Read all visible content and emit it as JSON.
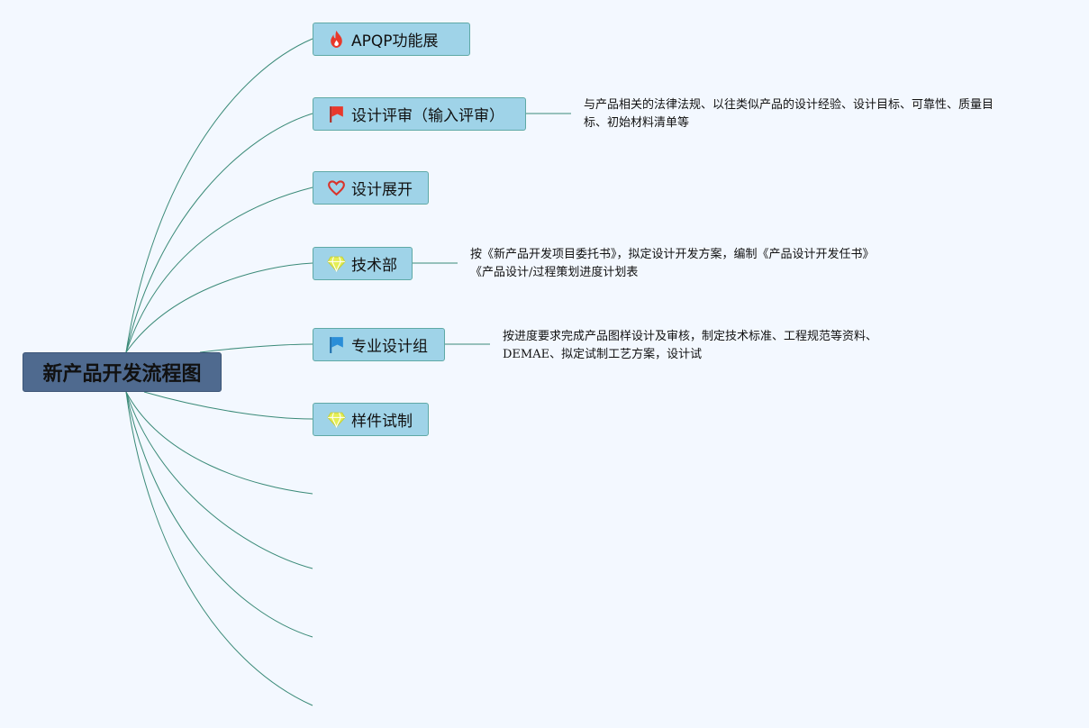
{
  "root": {
    "title": "新产品开发流程图"
  },
  "branches": [
    {
      "label": "APQP功能展",
      "icon": "fire-icon"
    },
    {
      "label": "设计评审（输入评审）",
      "icon": "red-flag-icon",
      "note": [
        "与产品相关的法律法规、以往类似产品的设计经验、设计目标、可靠性、质量目",
        "标、初始材料清单等"
      ]
    },
    {
      "label": "设计展开",
      "icon": "heart-outline-icon"
    },
    {
      "label": "技术部",
      "icon": "diamond-icon",
      "note": [
        "按《新产品开发项目委托书》，拟定设计开发方案，编制《产品设计开发任书》",
        "《产品设计/过程策划进度计划表"
      ]
    },
    {
      "label": "专业设计组",
      "icon": "blue-flag-icon",
      "note": [
        "按进度要求完成产品图样设计及审核，制定技术标准、工程规范等资料、",
        "DEMAE、拟定试制工艺方案，设计试"
      ]
    },
    {
      "label": "样件试制",
      "icon": "diamond-icon"
    }
  ],
  "colors": {
    "background": "#f3f8ff",
    "root_fill": "#4f6a8f",
    "node_fill": "#9fd3e8",
    "node_border": "#5fa9a6",
    "connector": "#3a8a78",
    "fire": "#e8382b",
    "red_flag": "#e8382b",
    "heart": "#d9342b",
    "diamond": "#e4ee55",
    "blue_flag": "#2a8ed8"
  }
}
